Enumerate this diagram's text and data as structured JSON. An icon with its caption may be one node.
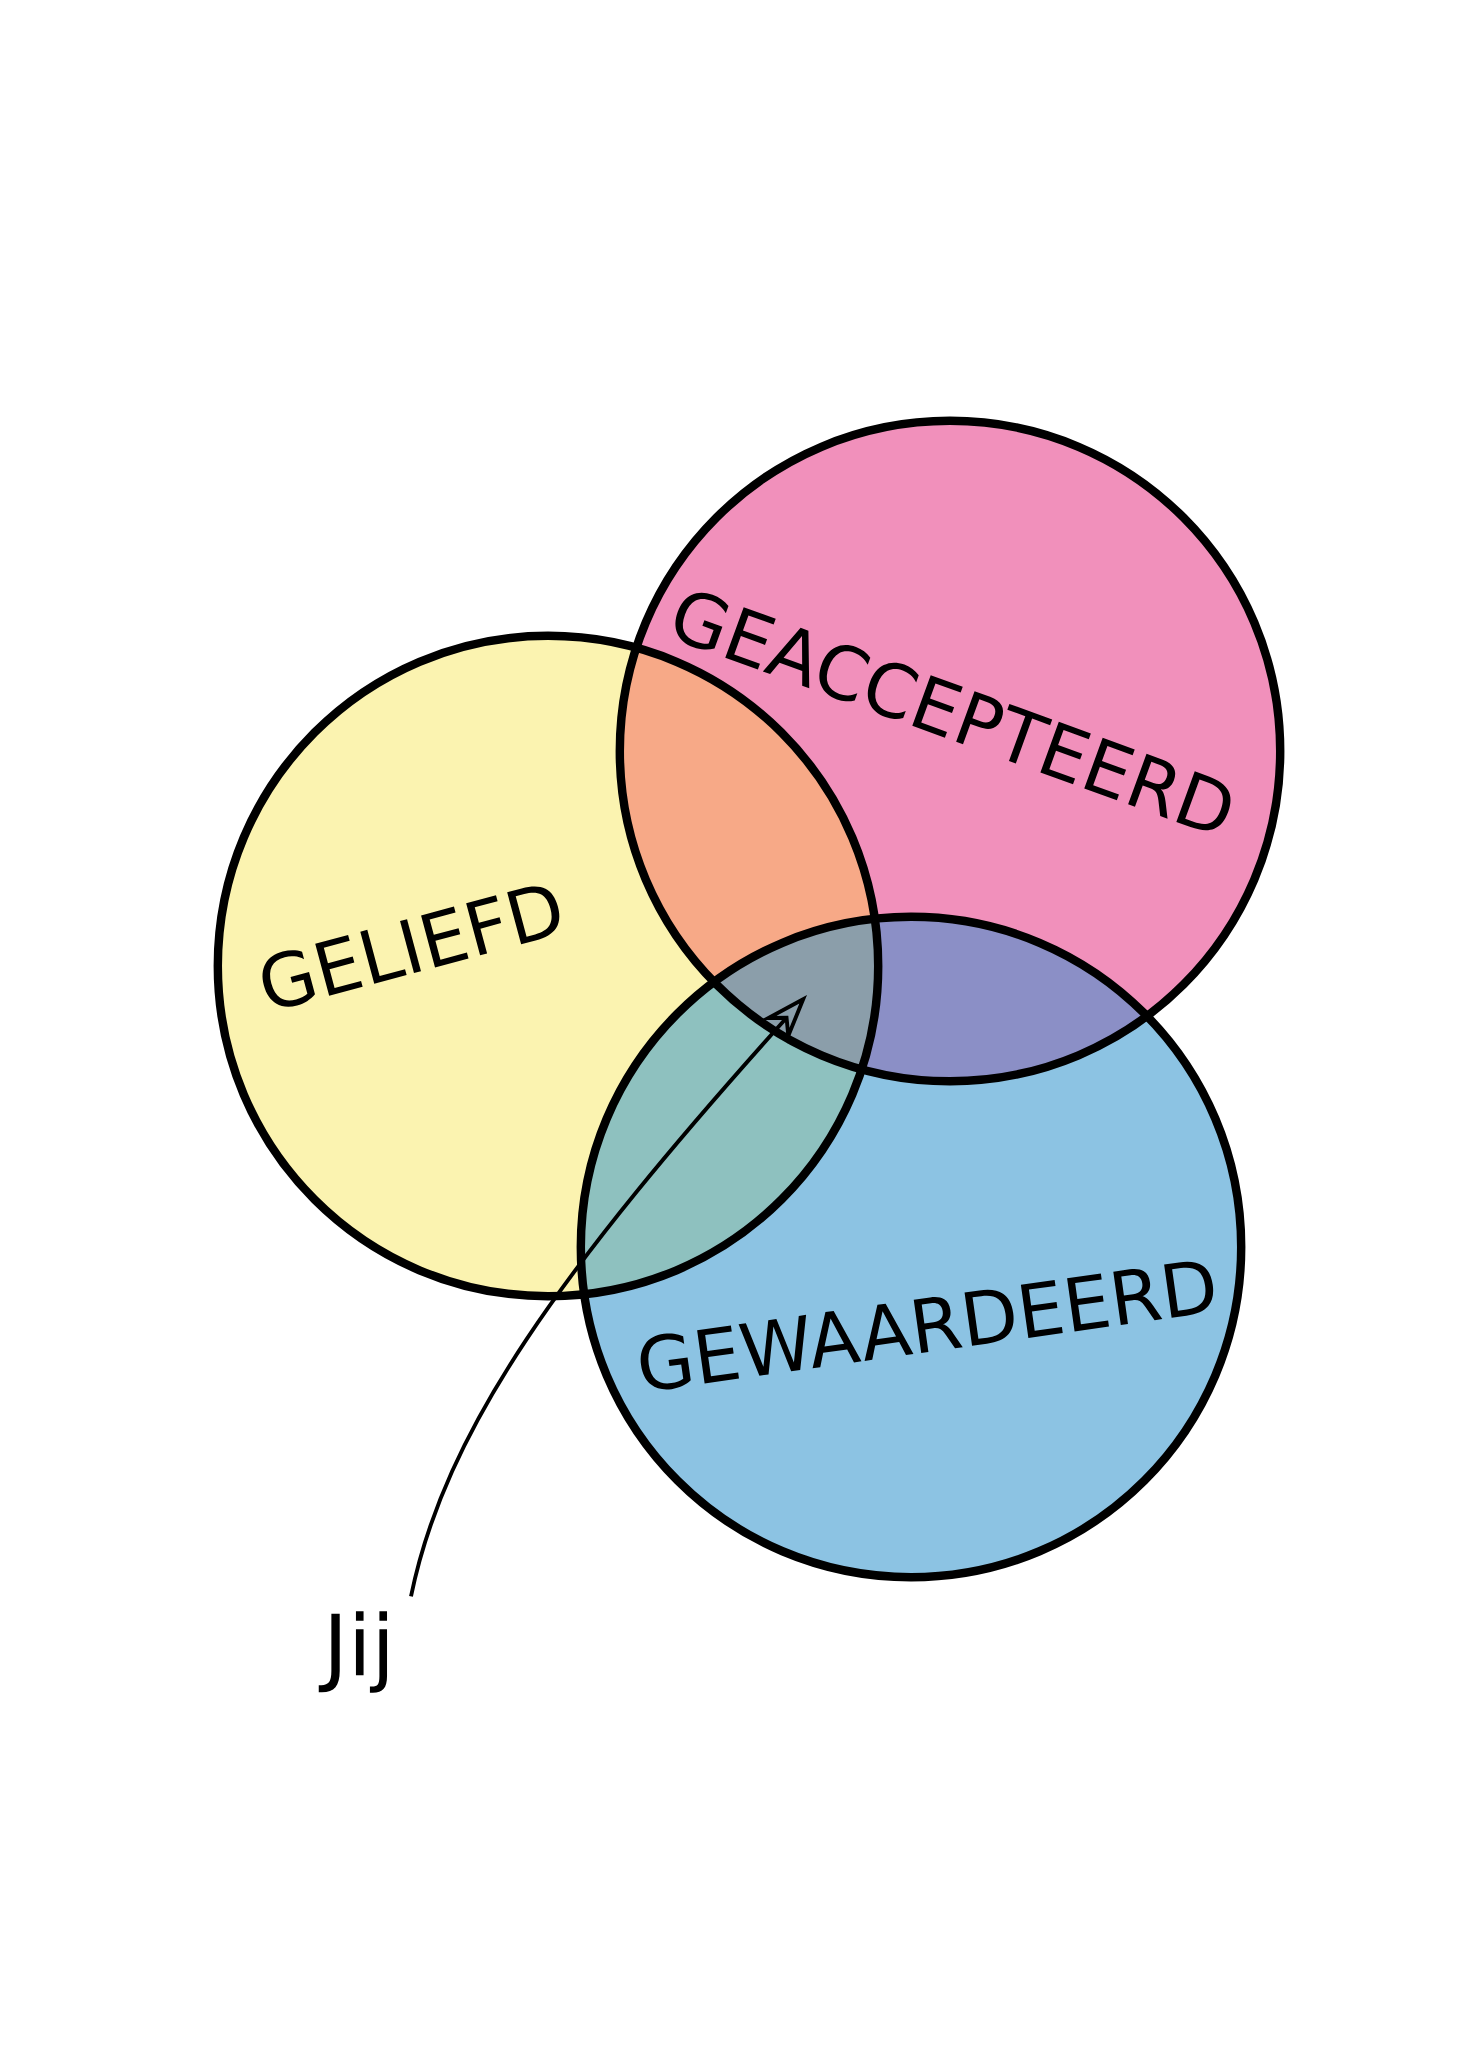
{
  "diagram": {
    "nodes": [
      {
        "text": [
          "GELIEFD"
        ]
      },
      {
        "text": [
          "GEACCEPTEERD"
        ]
      },
      {
        "text": [
          "GEWAARDEERD"
        ]
      },
      {
        "text": [
          "Jij"
        ]
      }
    ],
    "edges": [
      {
        "from": 3,
        "to": 2,
        "arrow": "to"
      }
    ]
  }
}
